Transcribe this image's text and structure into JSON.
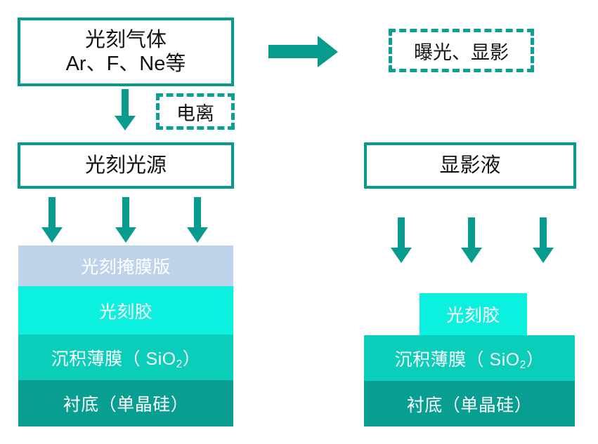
{
  "meta": {
    "title": "光刻工艺示意图",
    "accent_teal": "#069b8d",
    "accent_teal_dashed": "#0aa094",
    "arrow_color": "#089c8e",
    "layer_mask": "#bed3ea",
    "layer_resist": "#0cf0e0",
    "layer_oxide": "#0bceba",
    "layer_substrate": "#089e91",
    "text_dark": "#131313",
    "text_light": "#ffffff",
    "background": "#ffffff"
  },
  "left_stage": {
    "gas_box": {
      "line1": "光刻气体",
      "line2": "Ar、F、Ne等"
    },
    "ionize_badge": "电离",
    "light_source_box": "光刻光源",
    "stack": [
      {
        "key": "mask",
        "label": "光刻掩膜版",
        "color": "#bed3ea"
      },
      {
        "key": "resist",
        "label": "光刻胶",
        "color": "#0cf0e0"
      },
      {
        "key": "oxide",
        "label_pre": "沉积薄膜（ SiO",
        "label_sub": "2",
        "label_post": "）",
        "color": "#0bceba"
      },
      {
        "key": "substrate",
        "label": "衬底（单晶硅）",
        "color": "#089e91"
      }
    ]
  },
  "transition_arrow": {
    "name": "process-arrow",
    "direction": "right"
  },
  "right_stage": {
    "expose_develop_badge": "曝光、显影",
    "developer_box": "显影液",
    "stack": [
      {
        "key": "resist",
        "label": "光刻胶",
        "color": "#0cf0e0"
      },
      {
        "key": "oxide",
        "label_pre": "沉积薄膜（ SiO",
        "label_sub": "2",
        "label_post": "）",
        "color": "#0bceba"
      },
      {
        "key": "substrate",
        "label": "衬底（单晶硅）",
        "color": "#089e91"
      }
    ]
  },
  "arrows": {
    "ionize_down": "ionization-arrow",
    "left_exposure": [
      "exposure-arrow-1",
      "exposure-arrow-2",
      "exposure-arrow-3"
    ],
    "right_develop": [
      "develop-arrow-1",
      "develop-arrow-2",
      "develop-arrow-3"
    ]
  }
}
